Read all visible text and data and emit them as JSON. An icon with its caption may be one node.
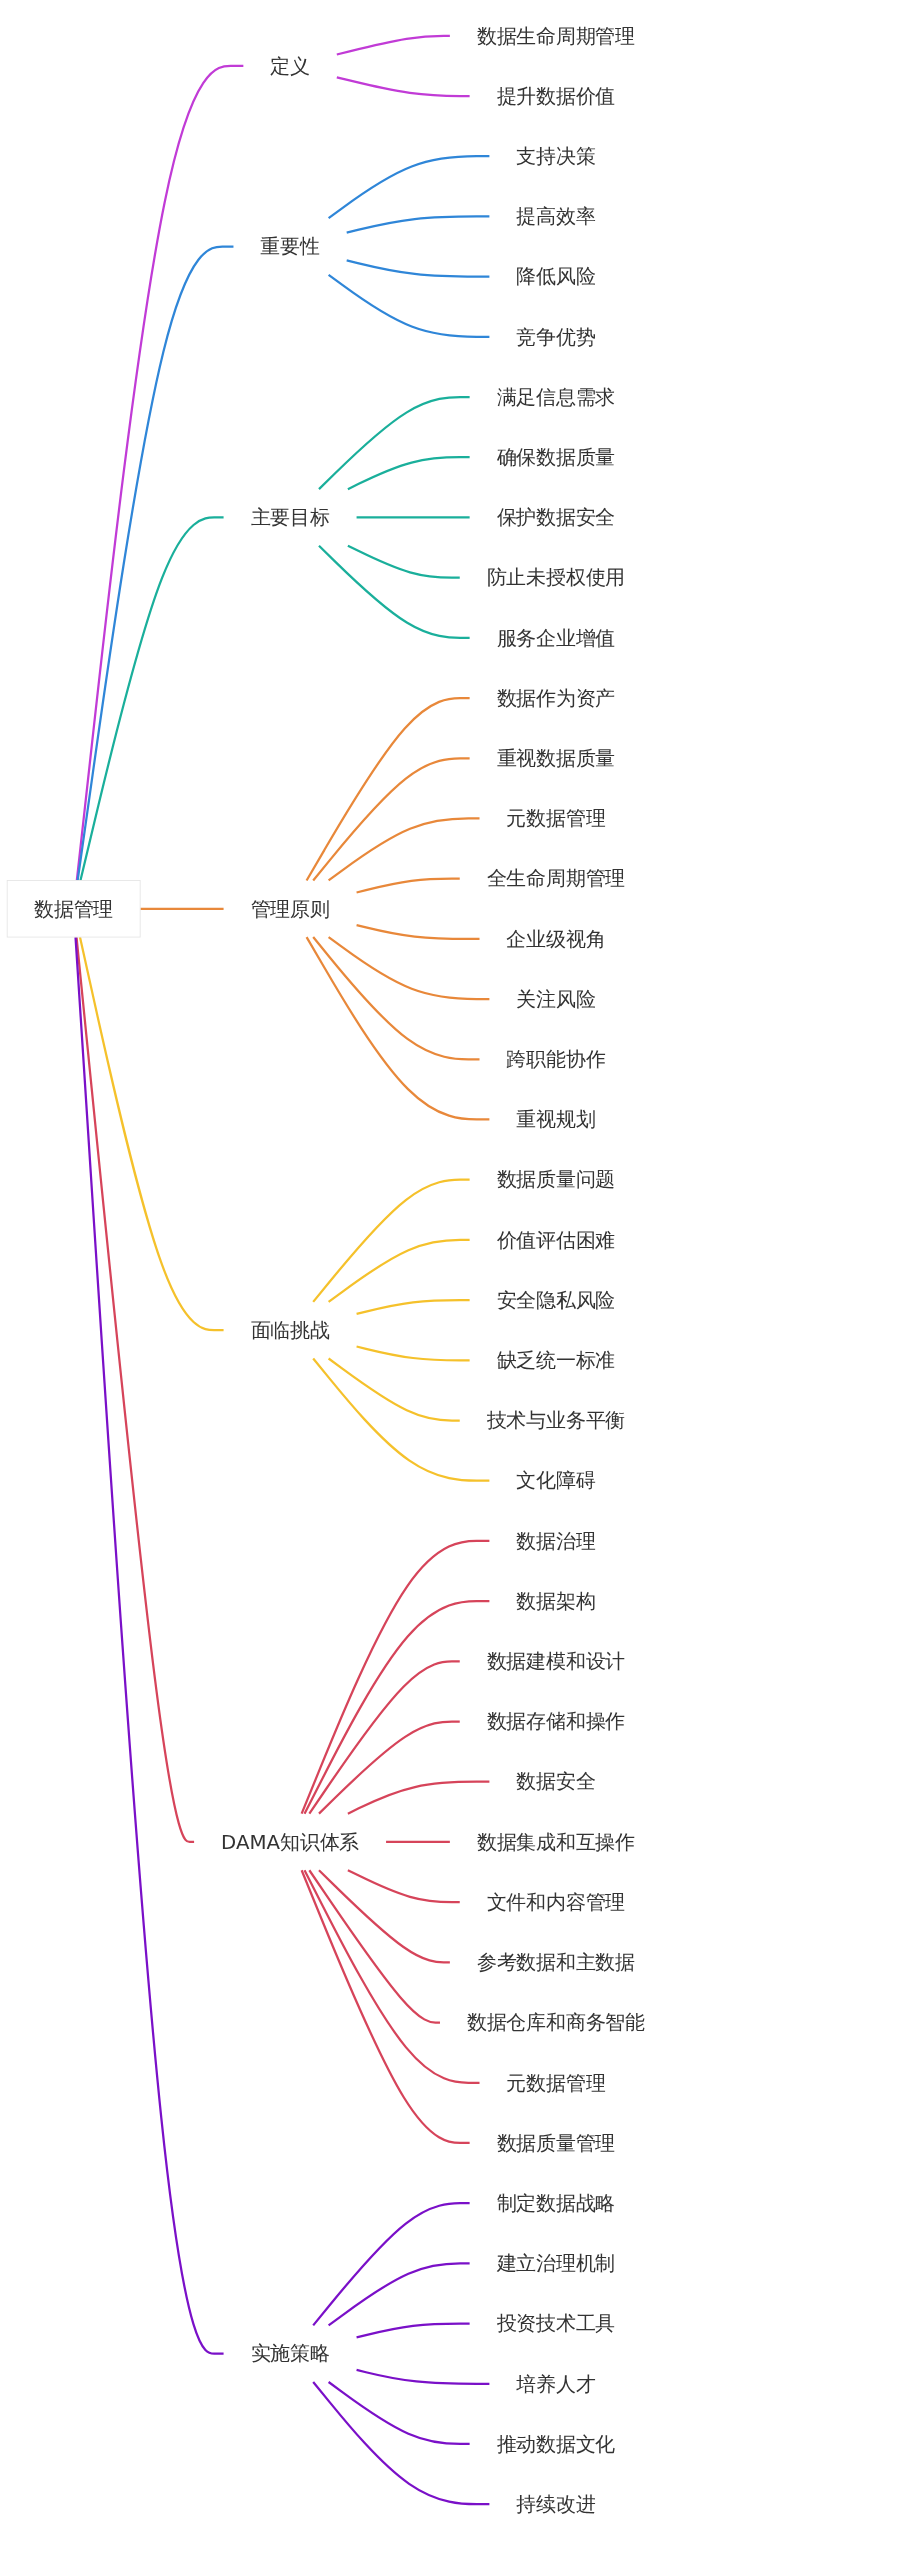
{
  "diagram": {
    "nodes": [
      {
        "text": [
          "数据管理"
        ]
      },
      {
        "text": [
          "定义"
        ]
      },
      {
        "text": [
          "数据生命周期管理"
        ]
      },
      {
        "text": [
          "提升数据价值"
        ]
      },
      {
        "text": [
          "重要性"
        ]
      },
      {
        "text": [
          "支持决策"
        ]
      },
      {
        "text": [
          "提高效率"
        ]
      },
      {
        "text": [
          "降低风险"
        ]
      },
      {
        "text": [
          "竞争优势"
        ]
      },
      {
        "text": [
          "主要目标"
        ]
      },
      {
        "text": [
          "满足信息需求"
        ]
      },
      {
        "text": [
          "确保数据质量"
        ]
      },
      {
        "text": [
          "保护数据安全"
        ]
      },
      {
        "text": [
          "防止未授权使用"
        ]
      },
      {
        "text": [
          "服务企业增值"
        ]
      },
      {
        "text": [
          "管理原则"
        ]
      },
      {
        "text": [
          "数据作为资产"
        ]
      },
      {
        "text": [
          "重视数据质量"
        ]
      },
      {
        "text": [
          "元数据管理"
        ]
      },
      {
        "text": [
          "全生命周期管理"
        ]
      },
      {
        "text": [
          "企业级视角"
        ]
      },
      {
        "text": [
          "关注风险"
        ]
      },
      {
        "text": [
          "跨职能协作"
        ]
      },
      {
        "text": [
          "重视规划"
        ]
      },
      {
        "text": [
          "面临挑战"
        ]
      },
      {
        "text": [
          "数据质量问题"
        ]
      },
      {
        "text": [
          "价值评估困难"
        ]
      },
      {
        "text": [
          "安全隐私风险"
        ]
      },
      {
        "text": [
          "缺乏统一标准"
        ]
      },
      {
        "text": [
          "技术与业务平衡"
        ]
      },
      {
        "text": [
          "文化障碍"
        ]
      },
      {
        "text": [
          "DAMA知识体系"
        ]
      },
      {
        "text": [
          "数据治理"
        ]
      },
      {
        "text": [
          "数据架构"
        ]
      },
      {
        "text": [
          "数据建模和设计"
        ]
      },
      {
        "text": [
          "数据存储和操作"
        ]
      },
      {
        "text": [
          "数据安全"
        ]
      },
      {
        "text": [
          "数据集成和互操作"
        ]
      },
      {
        "text": [
          "文件和内容管理"
        ]
      },
      {
        "text": [
          "参考数据和主数据"
        ]
      },
      {
        "text": [
          "数据仓库和商务智能"
        ]
      },
      {
        "text": [
          "元数据管理"
        ]
      },
      {
        "text": [
          "数据质量管理"
        ]
      },
      {
        "text": [
          "实施策略"
        ]
      },
      {
        "text": [
          "制定数据战略"
        ]
      },
      {
        "text": [
          "建立治理机制"
        ]
      },
      {
        "text": [
          "投资技术工具"
        ]
      },
      {
        "text": [
          "培养人才"
        ]
      },
      {
        "text": [
          "推动数据文化"
        ]
      },
      {
        "text": [
          "持续改进"
        ]
      }
    ],
    "edges": [
      {
        "from": 0,
        "to": 1,
        "arrow": "none",
        "color": "#c13bd6"
      },
      {
        "from": 1,
        "to": 2,
        "arrow": "none",
        "color": "#c13bd6"
      },
      {
        "from": 1,
        "to": 3,
        "arrow": "none",
        "color": "#c13bd6"
      },
      {
        "from": 0,
        "to": 4,
        "arrow": "none",
        "color": "#2f86d8"
      },
      {
        "from": 4,
        "to": 5,
        "arrow": "none",
        "color": "#2f86d8"
      },
      {
        "from": 4,
        "to": 6,
        "arrow": "none",
        "color": "#2f86d8"
      },
      {
        "from": 4,
        "to": 7,
        "arrow": "none",
        "color": "#2f86d8"
      },
      {
        "from": 4,
        "to": 8,
        "arrow": "none",
        "color": "#2f86d8"
      },
      {
        "from": 0,
        "to": 9,
        "arrow": "none",
        "color": "#1aaf9b"
      },
      {
        "from": 9,
        "to": 10,
        "arrow": "none",
        "color": "#1aaf9b"
      },
      {
        "from": 9,
        "to": 11,
        "arrow": "none",
        "color": "#1aaf9b"
      },
      {
        "from": 9,
        "to": 12,
        "arrow": "none",
        "color": "#1aaf9b"
      },
      {
        "from": 9,
        "to": 13,
        "arrow": "none",
        "color": "#1aaf9b"
      },
      {
        "from": 9,
        "to": 14,
        "arrow": "none",
        "color": "#1aaf9b"
      },
      {
        "from": 0,
        "to": 15,
        "arrow": "none",
        "color": "#e8883a"
      },
      {
        "from": 15,
        "to": 16,
        "arrow": "none",
        "color": "#e8883a"
      },
      {
        "from": 15,
        "to": 17,
        "arrow": "none",
        "color": "#e8883a"
      },
      {
        "from": 15,
        "to": 18,
        "arrow": "none",
        "color": "#e8883a"
      },
      {
        "from": 15,
        "to": 19,
        "arrow": "none",
        "color": "#e8883a"
      },
      {
        "from": 15,
        "to": 20,
        "arrow": "none",
        "color": "#e8883a"
      },
      {
        "from": 15,
        "to": 21,
        "arrow": "none",
        "color": "#e8883a"
      },
      {
        "from": 15,
        "to": 22,
        "arrow": "none",
        "color": "#e8883a"
      },
      {
        "from": 15,
        "to": 23,
        "arrow": "none",
        "color": "#e8883a"
      },
      {
        "from": 0,
        "to": 24,
        "arrow": "none",
        "color": "#f5c12b"
      },
      {
        "from": 24,
        "to": 25,
        "arrow": "none",
        "color": "#f5c12b"
      },
      {
        "from": 24,
        "to": 26,
        "arrow": "none",
        "color": "#f5c12b"
      },
      {
        "from": 24,
        "to": 27,
        "arrow": "none",
        "color": "#f5c12b"
      },
      {
        "from": 24,
        "to": 28,
        "arrow": "none",
        "color": "#f5c12b"
      },
      {
        "from": 24,
        "to": 29,
        "arrow": "none",
        "color": "#f5c12b"
      },
      {
        "from": 24,
        "to": 30,
        "arrow": "none",
        "color": "#f5c12b"
      },
      {
        "from": 0,
        "to": 31,
        "arrow": "none",
        "color": "#d6445a"
      },
      {
        "from": 31,
        "to": 32,
        "arrow": "none",
        "color": "#d6445a"
      },
      {
        "from": 31,
        "to": 33,
        "arrow": "none",
        "color": "#d6445a"
      },
      {
        "from": 31,
        "to": 34,
        "arrow": "none",
        "color": "#d6445a"
      },
      {
        "from": 31,
        "to": 35,
        "arrow": "none",
        "color": "#d6445a"
      },
      {
        "from": 31,
        "to": 36,
        "arrow": "none",
        "color": "#d6445a"
      },
      {
        "from": 31,
        "to": 37,
        "arrow": "none",
        "color": "#d6445a"
      },
      {
        "from": 31,
        "to": 38,
        "arrow": "none",
        "color": "#d6445a"
      },
      {
        "from": 31,
        "to": 39,
        "arrow": "none",
        "color": "#d6445a"
      },
      {
        "from": 31,
        "to": 40,
        "arrow": "none",
        "color": "#d6445a"
      },
      {
        "from": 31,
        "to": 41,
        "arrow": "none",
        "color": "#d6445a"
      },
      {
        "from": 31,
        "to": 42,
        "arrow": "none",
        "color": "#d6445a"
      },
      {
        "from": 0,
        "to": 43,
        "arrow": "none",
        "color": "#7a10c8"
      },
      {
        "from": 43,
        "to": 44,
        "arrow": "none",
        "color": "#7a10c8"
      },
      {
        "from": 43,
        "to": 45,
        "arrow": "none",
        "color": "#7a10c8"
      },
      {
        "from": 43,
        "to": 46,
        "arrow": "none",
        "color": "#7a10c8"
      },
      {
        "from": 43,
        "to": 47,
        "arrow": "none",
        "color": "#7a10c8"
      },
      {
        "from": 43,
        "to": 48,
        "arrow": "none",
        "color": "#7a10c8"
      },
      {
        "from": 43,
        "to": 49,
        "arrow": "none",
        "color": "#7a10c8"
      }
    ]
  }
}
